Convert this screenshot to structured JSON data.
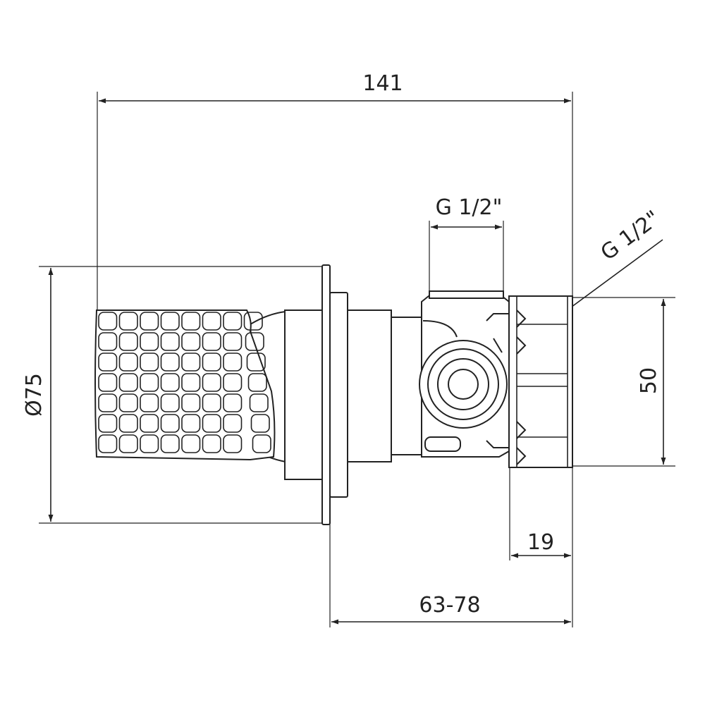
{
  "dimensions": {
    "overall_length": "141",
    "diameter": "Ø75",
    "thread_top": "G 1/2\"",
    "thread_diagonal": "G 1/2\"",
    "height": "50",
    "depth_small": "19",
    "depth_range": "63-78"
  },
  "colors": {
    "line": "#222222",
    "background": "#ffffff"
  }
}
